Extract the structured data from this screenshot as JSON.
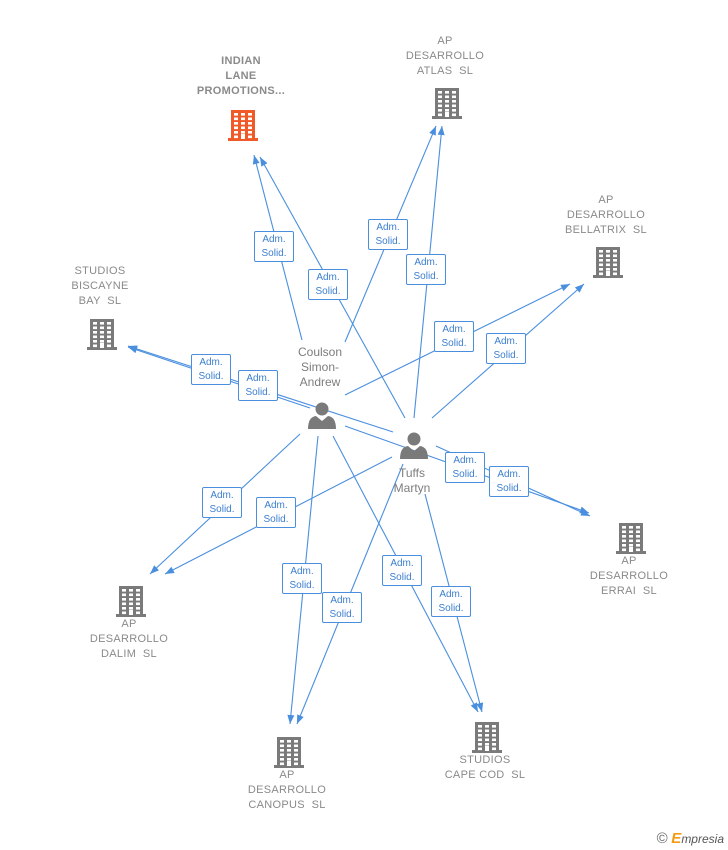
{
  "companies": [
    {
      "id": "indian",
      "lines": [
        "INDIAN",
        "LANE",
        "PROMOTIONS..."
      ],
      "highlight": true
    },
    {
      "id": "atlas",
      "lines": [
        "AP",
        "DESARROLLO",
        "ATLAS  SL"
      ],
      "highlight": false
    },
    {
      "id": "bellatrix",
      "lines": [
        "AP",
        "DESARROLLO",
        "BELLATRIX  SL"
      ],
      "highlight": false
    },
    {
      "id": "biscayne",
      "lines": [
        "STUDIOS",
        "BISCAYNE",
        "BAY  SL"
      ],
      "highlight": false
    },
    {
      "id": "errai",
      "lines": [
        "AP",
        "DESARROLLO",
        "ERRAI  SL"
      ],
      "highlight": false
    },
    {
      "id": "dalim",
      "lines": [
        "AP",
        "DESARROLLO",
        "DALIM  SL"
      ],
      "highlight": false
    },
    {
      "id": "canopus",
      "lines": [
        "AP",
        "DESARROLLO",
        "CANOPUS  SL"
      ],
      "highlight": false
    },
    {
      "id": "capecod",
      "lines": [
        "STUDIOS",
        "CAPE COD  SL"
      ],
      "highlight": false
    }
  ],
  "persons": [
    {
      "id": "coulson",
      "lines": [
        "Coulson",
        "Simon-",
        "Andrew"
      ]
    },
    {
      "id": "tuffs",
      "lines": [
        "Tuffs",
        "Martyn"
      ]
    }
  ],
  "edge_label_lines": [
    "Adm.",
    "Solid."
  ],
  "edges": [
    {
      "from": "coulson",
      "to": "indian"
    },
    {
      "from": "tuffs",
      "to": "indian"
    },
    {
      "from": "coulson",
      "to": "atlas"
    },
    {
      "from": "tuffs",
      "to": "atlas"
    },
    {
      "from": "coulson",
      "to": "bellatrix"
    },
    {
      "from": "tuffs",
      "to": "bellatrix"
    },
    {
      "from": "tuffs",
      "to": "biscayne"
    },
    {
      "from": "coulson",
      "to": "biscayne"
    },
    {
      "from": "coulson",
      "to": "errai"
    },
    {
      "from": "tuffs",
      "to": "errai"
    },
    {
      "from": "coulson",
      "to": "dalim"
    },
    {
      "from": "tuffs",
      "to": "dalim"
    },
    {
      "from": "coulson",
      "to": "canopus"
    },
    {
      "from": "tuffs",
      "to": "canopus"
    },
    {
      "from": "coulson",
      "to": "capecod"
    },
    {
      "from": "tuffs",
      "to": "capecod"
    }
  ],
  "colors": {
    "edge": "#4a8fde",
    "building": "#7a7a7a",
    "building_highlight": "#f05a28",
    "person": "#7a7a7a"
  },
  "footer": {
    "copyright": "©",
    "brand_initial": "E",
    "brand_rest": "mpresia"
  }
}
